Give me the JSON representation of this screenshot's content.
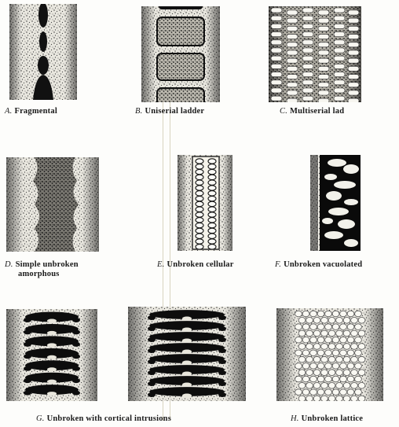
{
  "figure": {
    "panels": [
      {
        "id": "A",
        "letter": "A.",
        "label": "Fragmental"
      },
      {
        "id": "B",
        "letter": "B.",
        "label": "Uniserial ladder"
      },
      {
        "id": "C",
        "letter": "C.",
        "label": "Multiserial lad"
      },
      {
        "id": "D",
        "letter": "D.",
        "label": "Simple unbroken",
        "label2": "amorphous"
      },
      {
        "id": "E",
        "letter": "E.",
        "label": "Unbroken cellular"
      },
      {
        "id": "F",
        "letter": "F.",
        "label": "Unbroken vacuolated"
      },
      {
        "id": "G",
        "letter": "G.",
        "label": "Unbroken with cortical intrusions"
      },
      {
        "id": "H",
        "letter": "H.",
        "label": "Unbroken lattice"
      }
    ]
  }
}
